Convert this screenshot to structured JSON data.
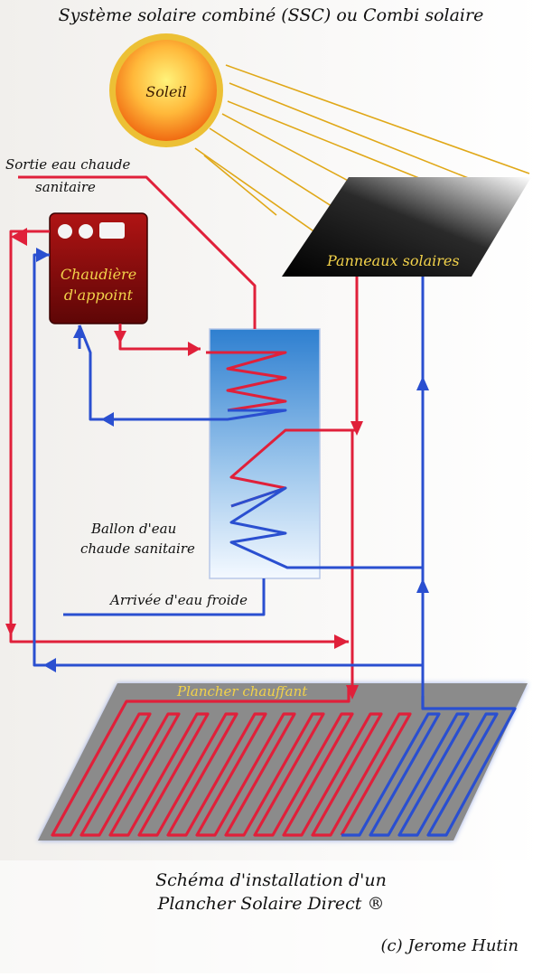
{
  "title": "Système solaire combiné (SSC) ou Combi solaire",
  "sun": {
    "label": "Soleil"
  },
  "hot_water_outlet": {
    "line1": "Sortie eau chaude",
    "line2": "sanitaire"
  },
  "boiler": {
    "line1": "Chaudière",
    "line2": "d'appoint"
  },
  "panels": {
    "label": "Panneaux solaires"
  },
  "tank": {
    "line1": "Ballon d'eau",
    "line2": "chaude sanitaire"
  },
  "cold_water": {
    "label": "Arrivée d'eau froide"
  },
  "floor": {
    "label": "Plancher chauffant"
  },
  "caption": {
    "line1": "Schéma d'installation d'un",
    "line2": "Plancher Solaire Direct ®"
  },
  "credit": "(c) Jerome Hutin",
  "colors": {
    "hot_pipe": "#e0203a",
    "cold_pipe": "#2a4fd0",
    "boiler_body": "#8e0c0c",
    "sun_core": "#fff06a",
    "sun_edge": "#f07a10",
    "sun_ring": "#e6b020",
    "sun_rays": "#e0a818",
    "floor_slab": "#888888",
    "label_highlight": "#f2d24a"
  }
}
